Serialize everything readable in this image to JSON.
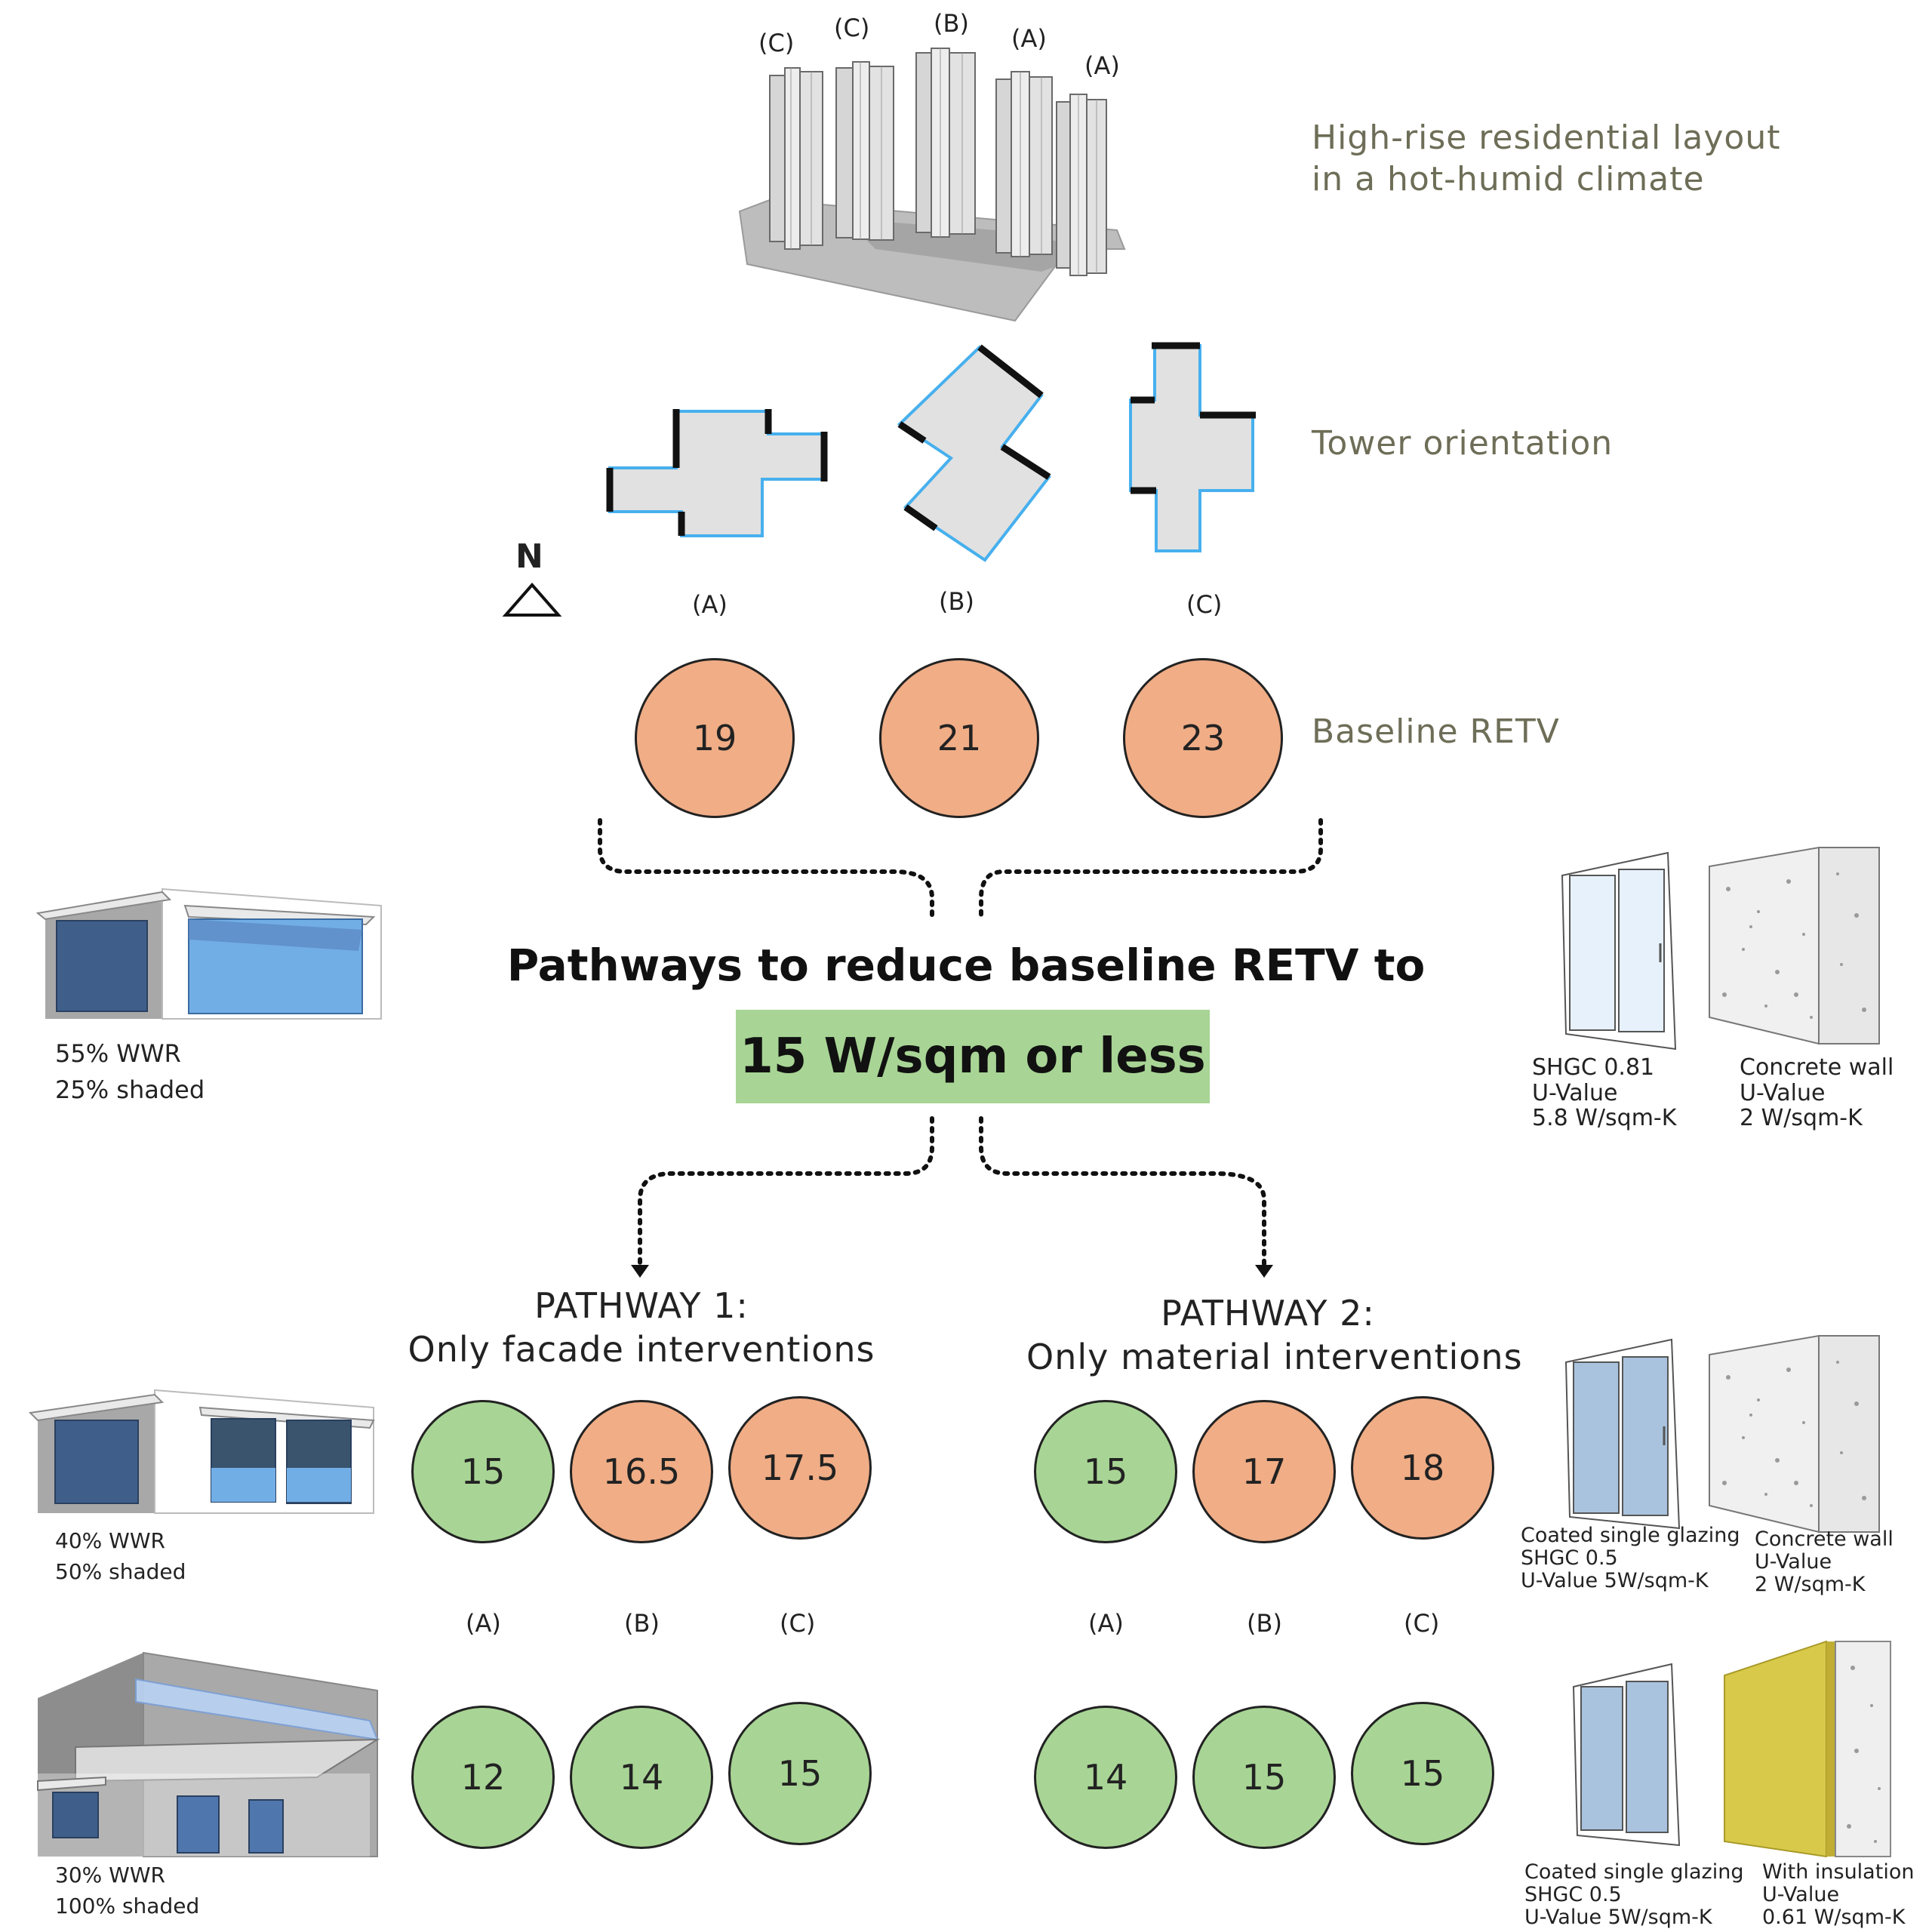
{
  "site": {
    "tower_labels": [
      "(C)",
      "(C)",
      "(B)",
      "(A)",
      "(A)"
    ],
    "caption_line1": "High-rise residential layout",
    "caption_line2": "in a hot-humid climate"
  },
  "orientation": {
    "caption": "Tower orientation",
    "north_label": "N",
    "tower_labels": [
      "(A)",
      "(B)",
      "(C)"
    ]
  },
  "baseline": {
    "caption": "Baseline RETV",
    "values": [
      "19",
      "21",
      "23"
    ]
  },
  "title": {
    "line1": "Pathways to reduce baseline RETV to",
    "target": "15 W/sqm or less"
  },
  "pathway1": {
    "title_line1": "PATHWAY 1:",
    "title_line2": "Only facade interventions",
    "row1": [
      "15",
      "16.5",
      "17.5"
    ],
    "row1_status": [
      "pass",
      "fail",
      "fail"
    ],
    "labels": [
      "(A)",
      "(B)",
      "(C)"
    ],
    "row2": [
      "12",
      "14",
      "15"
    ],
    "row2_status": [
      "pass",
      "pass",
      "pass"
    ]
  },
  "pathway2": {
    "title_line1": "PATHWAY 2:",
    "title_line2": "Only material interventions",
    "row1": [
      "15",
      "17",
      "18"
    ],
    "row1_status": [
      "pass",
      "fail",
      "fail"
    ],
    "labels": [
      "(A)",
      "(B)",
      "(C)"
    ],
    "row2": [
      "14",
      "15",
      "15"
    ],
    "row2_status": [
      "pass",
      "pass",
      "pass"
    ]
  },
  "facade_cases": [
    {
      "wwr": "55% WWR",
      "shaded": "25% shaded"
    },
    {
      "wwr": "40% WWR",
      "shaded": "50% shaded"
    },
    {
      "wwr": "30% WWR",
      "shaded": "100% shaded"
    }
  ],
  "materials": {
    "baseline_glazing": [
      "SHGC 0.81",
      "U-Value",
      "5.8 W/sqm-K"
    ],
    "baseline_wall": [
      "Concrete wall",
      "U-Value",
      "2 W/sqm-K"
    ],
    "mid_glazing": [
      "Coated single glazing",
      "SHGC 0.5",
      "U-Value 5W/sqm-K"
    ],
    "mid_wall": [
      "Concrete wall",
      "U-Value",
      "2 W/sqm-K"
    ],
    "final_glazing": [
      "Coated single glazing",
      "SHGC 0.5",
      "U-Value 5W/sqm-K"
    ],
    "final_wall": [
      "With insulation",
      "U-Value",
      "0.61 W/sqm-K"
    ]
  },
  "colors": {
    "pass": "#a8d595",
    "fail": "#f0ad86",
    "label_grey": "#6e6e58",
    "glass_dark": "#3f5f8a",
    "glass_light": "#72aee6",
    "edge_blue": "#47b0ee",
    "insulation": "#d9c94a"
  }
}
